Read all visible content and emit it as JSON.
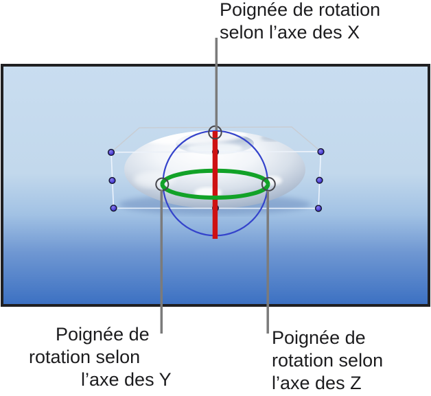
{
  "callouts": {
    "x": {
      "lines": [
        "Poignée de rotation",
        "selon l’axe des X"
      ]
    },
    "y": {
      "lines": [
        "Poignée de",
        "rotation selon",
        "l’axe des Y"
      ]
    },
    "z": {
      "lines": [
        "Poignée de",
        "rotation selon",
        "l’axe des Z"
      ]
    }
  },
  "handles": {
    "x_axis_rotation": "Poignée de rotation selon l’axe des X",
    "y_axis_rotation": "Poignée de rotation selon l’axe des Y",
    "z_axis_rotation": "Poignée de rotation selon l’axe des Z",
    "selection_handle_count": 8
  },
  "colors": {
    "x_axis": "#ce1112",
    "y_axis": "#12a228",
    "z_axis": "#3443cb",
    "selection_dot": "#4a3ed2",
    "callout_line": "#7b7b7b",
    "label_text": "#1c1c1e",
    "canvas_border": "#202022",
    "canvas_top": "#c9ddf0",
    "canvas_bottom": "#3b70c2"
  }
}
